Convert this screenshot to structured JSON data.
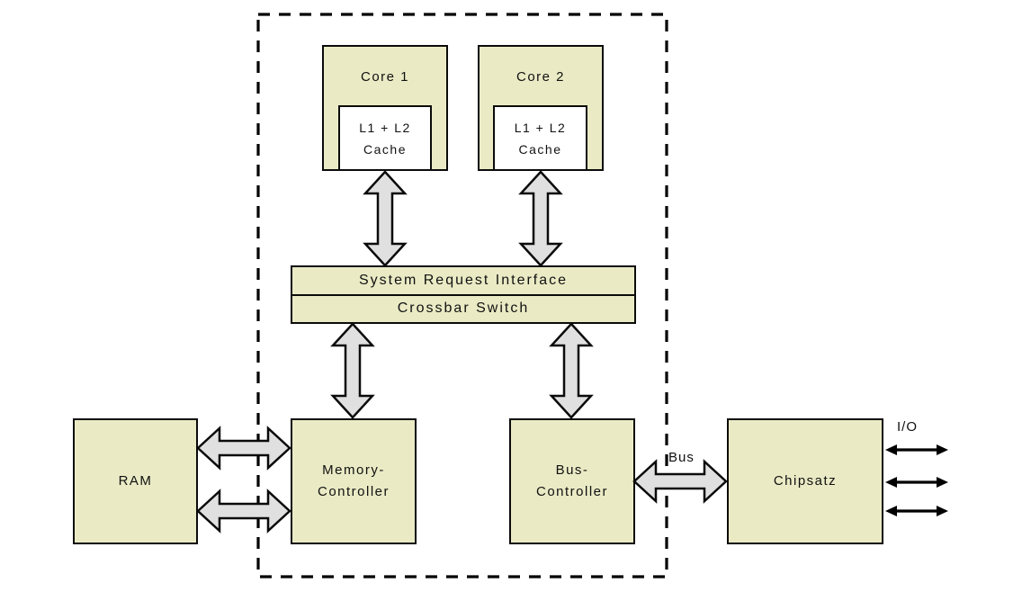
{
  "blocks": {
    "core1": {
      "label": "Core 1"
    },
    "core2": {
      "label": "Core 2"
    },
    "cache1": {
      "line1": "L1 + L2",
      "line2": "Cache"
    },
    "cache2": {
      "line1": "L1 + L2",
      "line2": "Cache"
    },
    "system_request_interface": {
      "label": "System Request Interface"
    },
    "crossbar_switch": {
      "label": "Crossbar Switch"
    },
    "ram": {
      "label": "RAM"
    },
    "memory_controller": {
      "line1": "Memory-",
      "line2": "Controller"
    },
    "bus_controller": {
      "line1": "Bus-",
      "line2": "Controller"
    },
    "chipset": {
      "label": "Chipsatz"
    }
  },
  "labels": {
    "bus": "Bus",
    "io": "I/O"
  },
  "connections": [
    {
      "from": "cache1",
      "to": "system_request_interface",
      "type": "double-block-arrow"
    },
    {
      "from": "cache2",
      "to": "system_request_interface",
      "type": "double-block-arrow"
    },
    {
      "from": "crossbar_switch",
      "to": "memory_controller",
      "type": "double-block-arrow"
    },
    {
      "from": "crossbar_switch",
      "to": "bus_controller",
      "type": "double-block-arrow"
    },
    {
      "from": "ram",
      "to": "memory_controller",
      "type": "double-block-arrow",
      "count": 2
    },
    {
      "from": "bus_controller",
      "to": "chipset",
      "type": "double-block-arrow",
      "label": "Bus"
    },
    {
      "from": "chipset",
      "to": "external-io",
      "type": "thin-double-arrow",
      "count": 3,
      "label": "I/O"
    }
  ],
  "colors": {
    "block_fill": "#eaebc5",
    "cache_fill": "#ffffff",
    "block_arrow_fill": "#e0e0e0",
    "io_arrow": "#000000",
    "border": "#0b0b0b",
    "dashed_boundary": "#000000",
    "background": "#ffffff"
  }
}
